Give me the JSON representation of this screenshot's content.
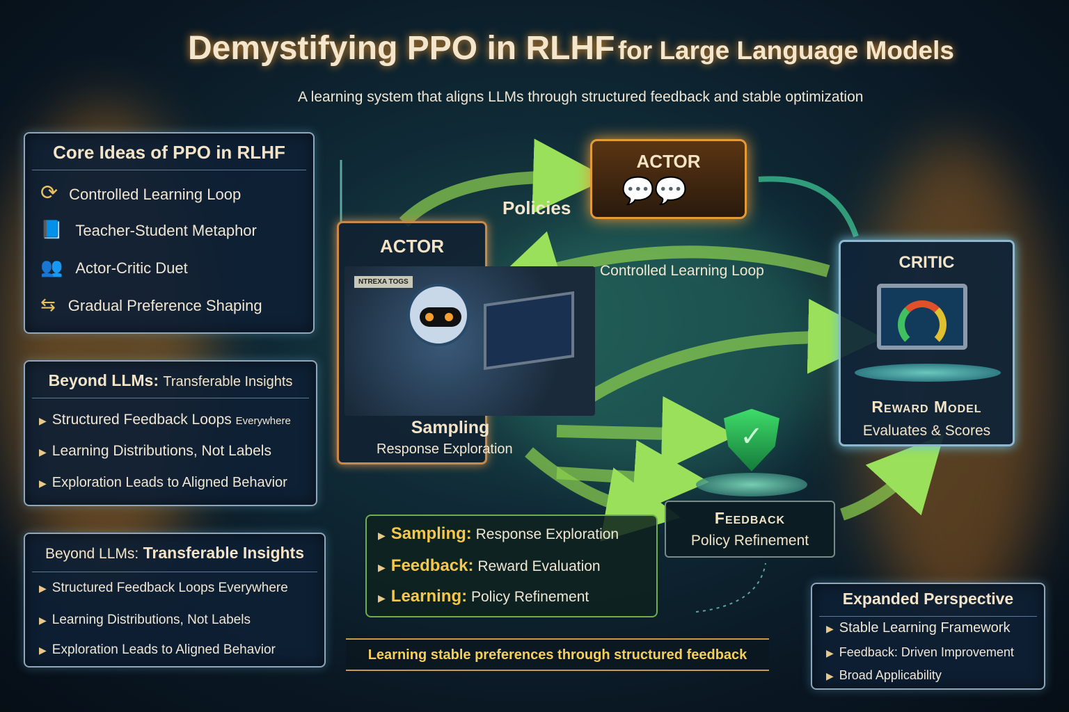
{
  "header": {
    "title_main": "Demystifying PPO in RLHF",
    "title_sub": "for Large Language Models",
    "subtitle": "A learning system that aligns LLMs through structured feedback and stable optimization"
  },
  "core_ideas": {
    "title": "Core Ideas of PPO in RLHF",
    "items": [
      {
        "label": "Controlled Learning Loop",
        "icon": "loop-icon"
      },
      {
        "label": "Teacher-Student Metaphor",
        "icon": "book-icon"
      },
      {
        "label": "Actor-Critic Duet",
        "icon": "people-icon"
      },
      {
        "label": "Gradual Preference Shaping",
        "icon": "arrows-icon"
      }
    ]
  },
  "beyond1": {
    "title_bold": "Beyond LLMs:",
    "title_rest": "Transferable Insights",
    "items": [
      {
        "label": "Structured Feedback Loops",
        "small": "Everywhere"
      },
      {
        "label": "Learning Distributions, Not Labels"
      },
      {
        "label": "Exploration Leads to Aligned Behavior"
      }
    ]
  },
  "beyond2": {
    "title_light": "Beyond LLMs:",
    "title_bold": "Transferable Insights",
    "items": [
      "Structured Feedback Loops Everywhere",
      "Learning Distributions, Not Labels",
      "Exploration Leads to Aligned Behavior"
    ]
  },
  "diagram": {
    "actor_top": "ACTOR",
    "policies": "Policies",
    "actor_card": {
      "title": "ACTOR",
      "sign": "NTREXA TOGS",
      "label": "Sampling",
      "sublabel": "Response Exploration"
    },
    "loop_label": "Controlled Learning Loop",
    "critic": {
      "title": "CRITIC",
      "label": "Reward Model",
      "sublabel": "Evaluates & Scores"
    },
    "feedback": {
      "title": "Feedback",
      "sublabel": "Policy Refinement"
    }
  },
  "steps": [
    {
      "key": "Sampling:",
      "value": "Response Exploration"
    },
    {
      "key": "Feedback:",
      "value": "Reward Evaluation"
    },
    {
      "key": "Learning:",
      "value": "Policy Refinement"
    }
  ],
  "footer_banner": "Learning stable preferences through structured feedback",
  "expanded": {
    "title": "Expanded Perspective",
    "items": [
      "Stable Learning Framework",
      "Feedback: Driven Improvement",
      "Broad Applicability"
    ]
  },
  "colors": {
    "accent_green": "#8fd14f",
    "accent_orange": "#e39a3a",
    "title_cream": "#f3e6cc",
    "highlight_yellow": "#f5c84c"
  }
}
